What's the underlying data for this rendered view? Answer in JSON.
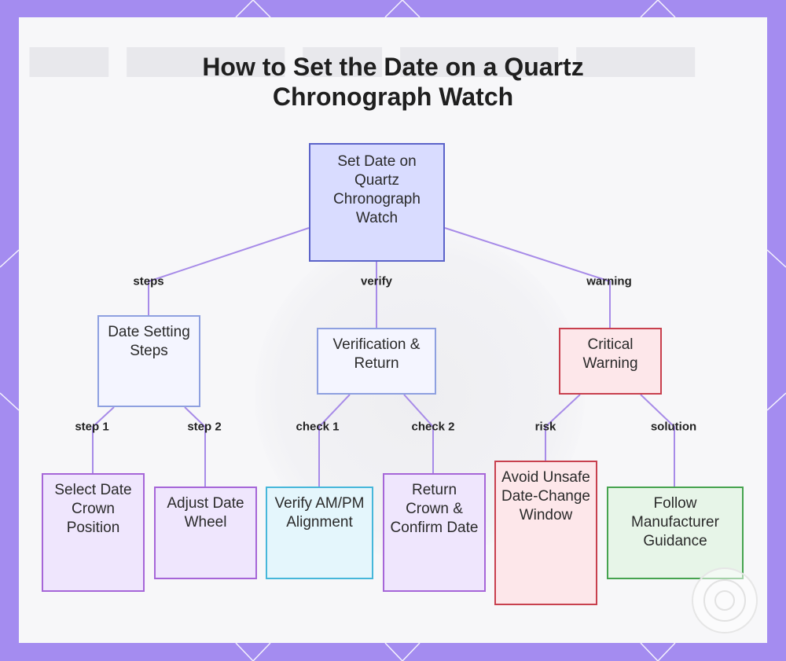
{
  "title": "How to Set the Date on a Quartz Chronograph Watch",
  "nodes": {
    "root": "Set Date on Quartz Chronograph Watch",
    "steps": "Date Setting Steps",
    "verify": "Verification & Return",
    "warning": "Critical Warning",
    "select_crown": "Select Date Crown Position",
    "adjust_wheel": "Adjust Date Wheel",
    "verify_ampm": "Verify AM/PM Alignment",
    "return_crown": "Return Crown & Confirm Date",
    "avoid_window": "Avoid Unsafe Date-Change Window",
    "follow_guidance": "Follow Manufacturer Guidance"
  },
  "edges": {
    "steps": "steps",
    "verify": "verify",
    "warning": "warning",
    "step1": "step 1",
    "step2": "step 2",
    "check1": "check 1",
    "check2": "check 2",
    "risk": "risk",
    "solution": "solution"
  },
  "colors": {
    "frame": "#a48cf0",
    "edge": "#a78be8",
    "root_fill": "#d9dcff",
    "warning_border": "#c8404e"
  }
}
